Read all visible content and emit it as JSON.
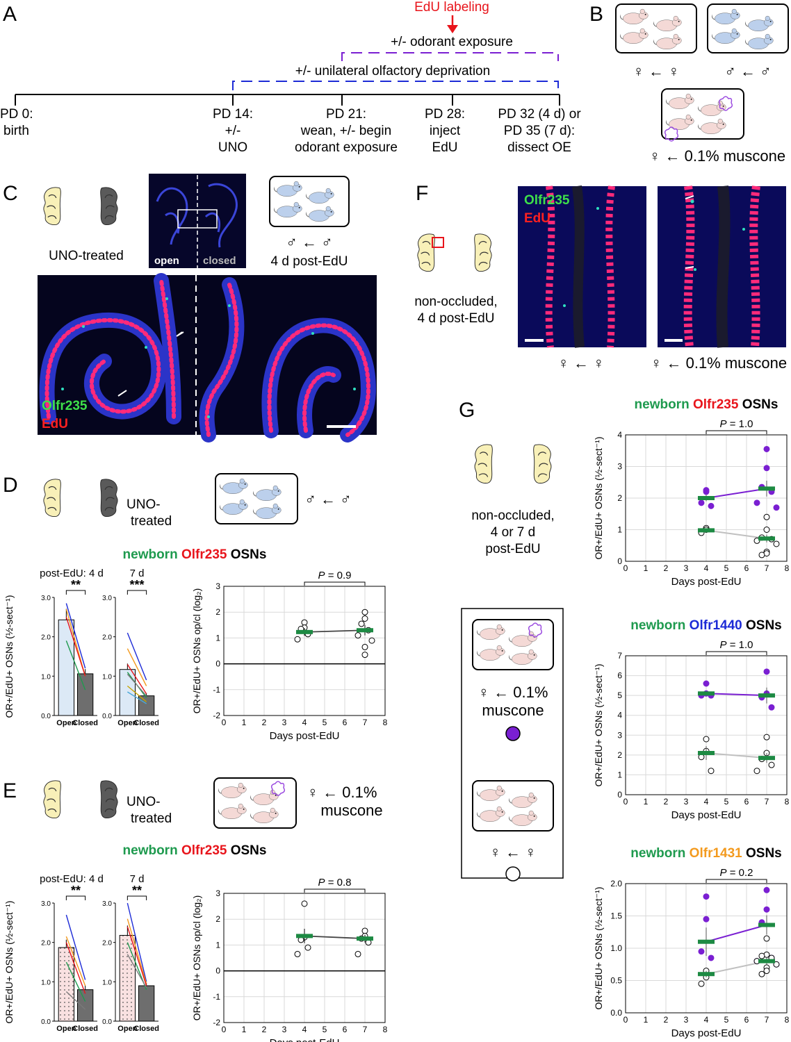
{
  "panel_labels": [
    "A",
    "B",
    "C",
    "D",
    "E",
    "F",
    "G"
  ],
  "timeline": {
    "edu_label": "EdU labeling",
    "odorant_label": "+/- odorant exposure",
    "uno_label": "+/- unilateral olfactory deprivation",
    "points": [
      {
        "lines": [
          "PD 0:",
          "birth"
        ]
      },
      {
        "lines": [
          "PD 14:",
          "+/-",
          "UNO"
        ]
      },
      {
        "lines": [
          "PD 21:",
          "wean, +/- begin",
          "odorant exposure"
        ]
      },
      {
        "lines": [
          "PD 28:",
          "inject",
          "EdU"
        ]
      },
      {
        "lines": [
          "PD 32 (4 d) or",
          "PD 35 (7 d):",
          "dissect OE"
        ]
      }
    ]
  },
  "groups": {
    "female_female": "♀ ← ♀",
    "male_male": "♂ ← ♂",
    "female_muscone": "♀ ← 0.1% muscone",
    "muscone_line1": "♀ ← 0.1%",
    "muscone_line2": "muscone"
  },
  "panel_c": {
    "uno_treated": "UNO-treated",
    "open": "open",
    "closed": "closed",
    "post_edu": "4 d post-EdU",
    "olfr": "Olfr235",
    "edu": "EdU"
  },
  "panel_f": {
    "olfr": "Olfr235",
    "edu": "EdU",
    "line1": "non-occluded,",
    "line2": "4 d post-EdU"
  },
  "panel_g_desc": [
    "non-occluded,",
    "4 or 7 d",
    "post-EdU"
  ],
  "uno_line1": "UNO-",
  "uno_line2": "treated",
  "title_parts": {
    "newborn": "newborn",
    "osns": "OSNs"
  },
  "colors": {
    "green": "#1e9a4e",
    "red": "#e8141b",
    "blue": "#1d2bd6",
    "orange": "#f39a1e",
    "purple": "#7a1fd2",
    "grey": "#c0c0c0",
    "open_bar": "#dce9f6",
    "open_bar_pink": "#f9e1e1",
    "closed_bar": "#6e6e6e",
    "mean_bar": "#1d8a43"
  },
  "chart_data": [
    {
      "id": "D_bar",
      "type": "bar",
      "title_lines": [
        "post-EdU: 4 d",
        "7 d"
      ],
      "ylabel": "OR+/EdU+ OSNs (½-sect⁻¹)",
      "categories": [
        "Open",
        "Closed"
      ],
      "ylim": [
        0,
        3
      ],
      "yticks": [
        "0.0",
        "1.0",
        "2.0",
        "3.0"
      ],
      "subplots": [
        {
          "label": "4 d",
          "values": [
            2.43,
            1.06
          ],
          "err": [
            0.28,
            0.12
          ],
          "sig": "**",
          "pairs": [
            [
              2.85,
              1.2
            ],
            [
              2.7,
              1.0
            ],
            [
              2.5,
              1.0
            ],
            [
              1.9,
              0.65
            ]
          ]
        },
        {
          "label": "7 d",
          "values": [
            1.17,
            0.5
          ],
          "err": [
            0.15,
            0.07
          ],
          "sig": "***",
          "pairs": [
            [
              2.1,
              0.9
            ],
            [
              1.7,
              0.75
            ],
            [
              1.3,
              0.55
            ],
            [
              1.1,
              0.45
            ],
            [
              1.05,
              0.5
            ],
            [
              0.75,
              0.35
            ],
            [
              0.6,
              0.3
            ]
          ]
        }
      ]
    },
    {
      "id": "D_ratio",
      "type": "scatter",
      "ylabel": "OR+/EdU+ OSNs op/cl (log₂)",
      "xlabel": "Days post-EdU",
      "xlim": [
        0,
        8
      ],
      "ylim": [
        -2,
        3
      ],
      "p_label": "P = 0.9",
      "groups": [
        {
          "x": 4,
          "mean": 1.23,
          "err": 0.15,
          "points": [
            1.6,
            1.4,
            1.35,
            1.15,
            0.95
          ]
        },
        {
          "x": 7,
          "mean": 1.3,
          "err": 0.2,
          "points": [
            2.0,
            1.75,
            1.55,
            1.3,
            1.1,
            0.9,
            0.65,
            0.35
          ]
        }
      ]
    },
    {
      "id": "E_bar",
      "type": "bar",
      "title_lines": [
        "post-EdU: 4 d",
        "7 d"
      ],
      "ylabel": "OR+/EdU+ OSNs (½-sect⁻¹)",
      "categories": [
        "Open",
        "Closed"
      ],
      "ylim": [
        0,
        3
      ],
      "yticks": [
        "0.0",
        "1.0",
        "2.0",
        "3.0"
      ],
      "subplots": [
        {
          "label": "4 d",
          "values": [
            1.87,
            0.8
          ],
          "err": [
            0.2,
            0.1
          ],
          "sig": "**",
          "pairs": [
            [
              2.7,
              1.05
            ],
            [
              2.15,
              0.9
            ],
            [
              2.0,
              0.7
            ],
            [
              1.5,
              0.5
            ],
            [
              0.75,
              0.3
            ]
          ]
        },
        {
          "label": "7 d",
          "values": [
            2.18,
            0.9
          ],
          "err": [
            0.25,
            0.08
          ],
          "sig": "**",
          "pairs": [
            [
              3.0,
              1.0
            ],
            [
              2.6,
              0.95
            ],
            [
              2.4,
              0.9
            ],
            [
              2.0,
              0.8
            ],
            [
              1.7,
              0.85
            ]
          ]
        }
      ]
    },
    {
      "id": "E_ratio",
      "type": "scatter",
      "ylabel": "OR+/EdU+ OSNs op/cl (log₂)",
      "xlabel": "Days post-EdU",
      "xlim": [
        0,
        8
      ],
      "ylim": [
        -2,
        3
      ],
      "p_label": "P = 0.8",
      "groups": [
        {
          "x": 4,
          "mean": 1.35,
          "err": 0.28,
          "points": [
            2.6,
            1.3,
            1.2,
            0.9,
            0.65
          ]
        },
        {
          "x": 7,
          "mean": 1.25,
          "err": 0.15,
          "points": [
            1.55,
            1.35,
            1.25,
            1.1,
            0.65
          ]
        }
      ]
    },
    {
      "id": "G1",
      "type": "scatter",
      "title_parts": [
        "newborn",
        "Olfr235",
        "OSNs"
      ],
      "ylabel": "OR+/EdU+ OSNs (½-sect⁻¹)",
      "xlabel": "Days post-EdU",
      "xlim": [
        0,
        8
      ],
      "ylim": [
        0,
        4
      ],
      "p_label": "P = 1.0",
      "series": [
        {
          "name": "muscone",
          "means": [
            2.0,
            2.3
          ],
          "err": [
            0.1,
            0.25
          ],
          "points": [
            [
              2.25,
              2.2,
              1.85,
              1.75
            ],
            [
              3.55,
              2.95,
              2.35,
              2.2,
              1.85,
              1.7
            ]
          ]
        },
        {
          "name": "control",
          "means": [
            0.98,
            0.72
          ],
          "err": [
            0.05,
            0.12
          ],
          "points": [
            [
              1.05,
              1.0,
              0.9
            ],
            [
              1.4,
              1.0,
              0.75,
              0.7,
              0.65,
              0.55,
              0.3,
              0.25,
              0.2
            ]
          ]
        }
      ]
    },
    {
      "id": "G2",
      "type": "scatter",
      "title_parts": [
        "newborn",
        "Olfr1440",
        "OSNs"
      ],
      "ylabel": "OR+/EdU+ OSNs (½-sect⁻¹)",
      "xlabel": "Days post-EdU",
      "xlim": [
        0,
        8
      ],
      "ylim": [
        0,
        7
      ],
      "p_label": "P = 1.0",
      "series": [
        {
          "name": "muscone",
          "means": [
            5.1,
            5.0
          ],
          "err": [
            0.1,
            0.4
          ],
          "points": [
            [
              5.6,
              5.1,
              5.0,
              5.0
            ],
            [
              6.2,
              5.1,
              4.9,
              4.4
            ]
          ]
        },
        {
          "name": "control",
          "means": [
            2.1,
            1.85
          ],
          "err": [
            0.35,
            0.25
          ],
          "points": [
            [
              2.8,
              2.2,
              1.9,
              1.2
            ],
            [
              2.9,
              2.1,
              1.8,
              1.5,
              1.2
            ]
          ]
        }
      ]
    },
    {
      "id": "G3",
      "type": "scatter",
      "title_parts": [
        "newborn",
        "Olfr1431",
        "OSNs"
      ],
      "ylabel": "OR+/EdU+ OSNs (½-sect⁻¹)",
      "xlabel": "Days post-EdU",
      "xlim": [
        0,
        8
      ],
      "ylim": [
        0,
        2
      ],
      "p_label": "P = 0.2",
      "series": [
        {
          "name": "muscone",
          "means": [
            1.1,
            1.36
          ],
          "err": [
            0.22,
            0.15
          ],
          "points": [
            [
              1.8,
              1.45,
              0.95,
              0.85
            ],
            [
              1.9,
              1.6,
              1.4,
              0.85,
              0.8,
              0.75
            ]
          ]
        },
        {
          "name": "control",
          "means": [
            0.6,
            0.8
          ],
          "err": [
            0.05,
            0.05
          ],
          "points": [
            [
              0.65,
              0.55,
              0.45
            ],
            [
              1.15,
              0.9,
              0.88,
              0.85,
              0.8,
              0.75,
              0.7,
              0.65,
              0.6
            ]
          ]
        }
      ]
    }
  ]
}
